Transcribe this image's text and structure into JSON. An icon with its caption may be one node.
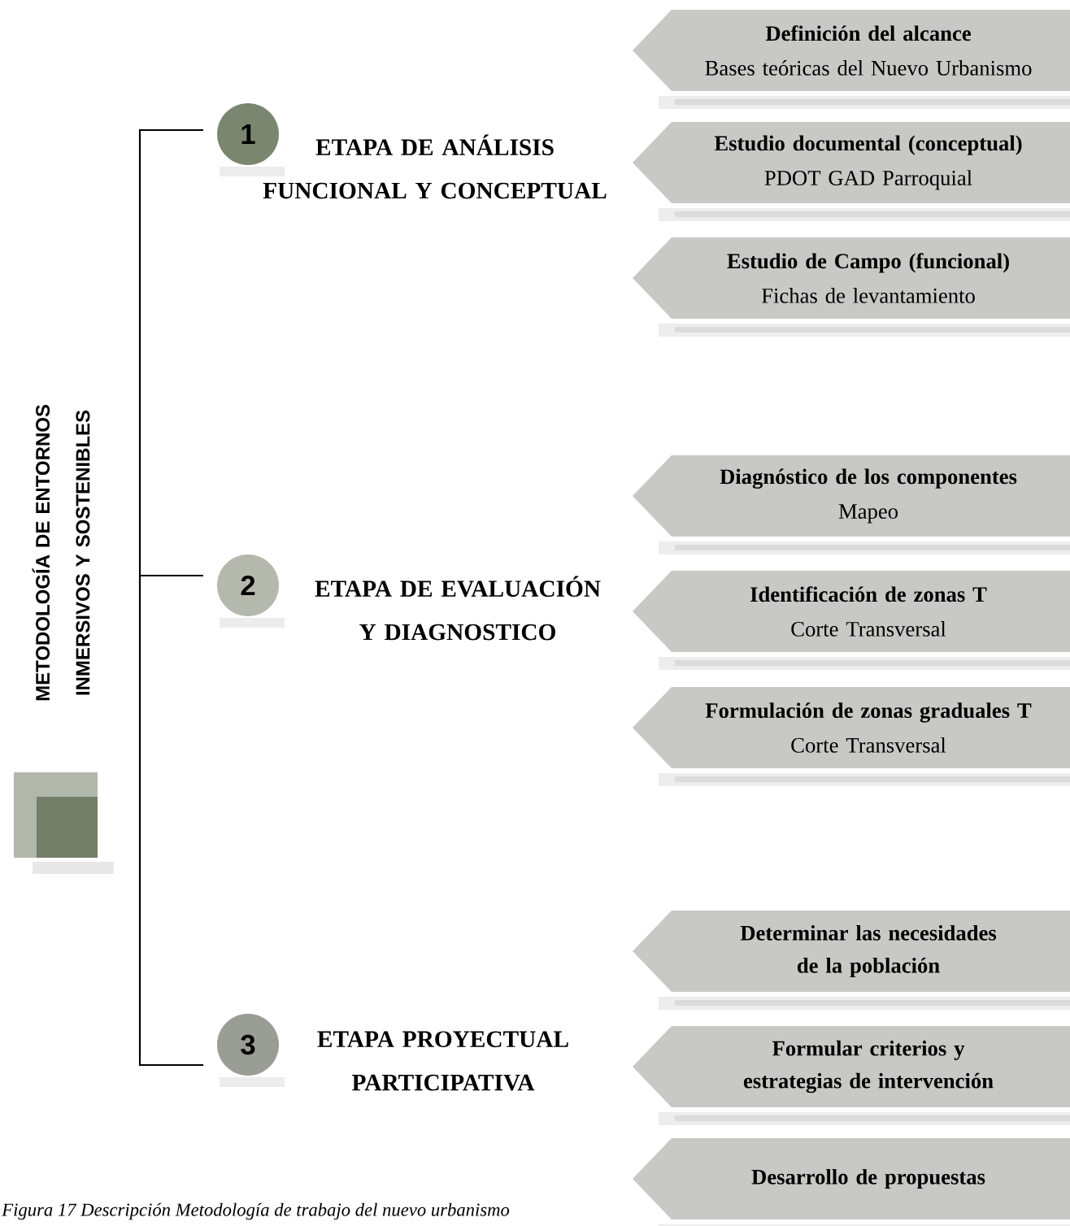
{
  "diagram": {
    "title": "METODOLOGÍA DE ENTORNOS INMERSIVOS Y SOSTENIBLES",
    "caption": "Figura 17 Descripción Metodología de trabajo del nuevo urbanismo",
    "nodes": [
      {
        "text": [
          "1"
        ],
        "beside": [
          "ETAPA DE ANÁLISIS FUNCIONAL Y CONCEPTUAL"
        ]
      },
      {
        "text": [
          "Definición del alcance",
          "Bases teóricas del Nuevo Urbanismo"
        ]
      },
      {
        "text": [
          "Estudio documental (conceptual)",
          "PDOT GAD Parroquial"
        ]
      },
      {
        "text": [
          "Estudio de Campo (funcional)",
          "Fichas de levantamiento"
        ]
      },
      {
        "text": [
          "2"
        ],
        "beside": [
          "ETAPA DE EVALUACIÓN Y DIAGNOSTICO"
        ]
      },
      {
        "text": [
          "Diagnóstico de los componentes",
          "Mapeo"
        ]
      },
      {
        "text": [
          "Identificación de zonas T",
          "Corte Transversal"
        ]
      },
      {
        "text": [
          "Formulación de zonas graduales T",
          "Corte Transversal"
        ]
      },
      {
        "text": [
          "3"
        ],
        "beside": [
          "ETAPA PROYECTUAL PARTICIPATIVA"
        ]
      },
      {
        "text": [
          "Determinar las necesidades de la población"
        ]
      },
      {
        "text": [
          "Formular criterios y estrategias de intervención"
        ]
      },
      {
        "text": [
          "Desarrollo de propuestas"
        ]
      }
    ]
  }
}
